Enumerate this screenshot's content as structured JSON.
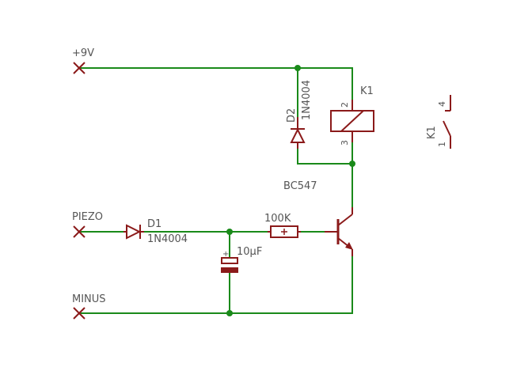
{
  "labels": {
    "vcc": "+9V",
    "piezo": "PIEZO",
    "minus": "MINUS",
    "d1_name": "D1",
    "d1_value": "1N4004",
    "d2_name": "D2",
    "d2_value": "1N4004",
    "k1_coil": "K1",
    "k1_pin2": "2",
    "k1_pin3": "3",
    "k1_switch": "K1",
    "k1_sw_pin1": "1",
    "k1_sw_pin4": "4",
    "transistor": "BC547",
    "resistor": "100K",
    "capacitor": "10µF",
    "cap_plus": "+"
  },
  "colors": {
    "wire": "#1a8a1a",
    "component": "#8b1a1a",
    "text": "#555555"
  }
}
